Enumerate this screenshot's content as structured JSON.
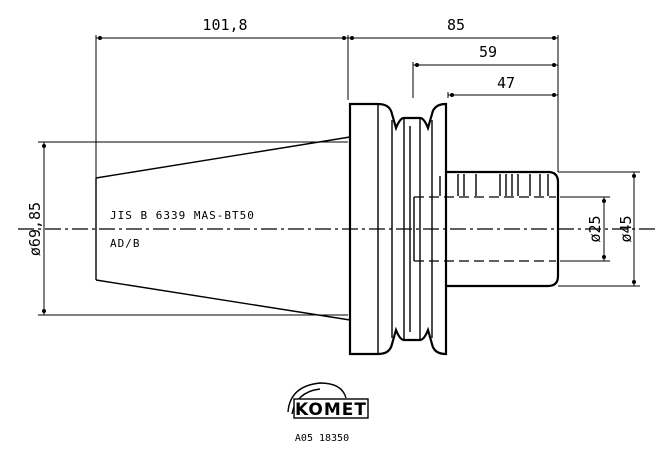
{
  "dimensions": {
    "taper_length": "101,8",
    "overall_right": "85",
    "shank_59": "59",
    "shank_47": "47",
    "dia_flange": "ø69,85",
    "dia_bore": "ø25",
    "dia_outer": "ø45"
  },
  "notes": {
    "standard": "JIS B 6339 MAS-BT50",
    "variant": "AD/B"
  },
  "logo": {
    "brand": "KOMET",
    "part_number": "A05 18350"
  }
}
